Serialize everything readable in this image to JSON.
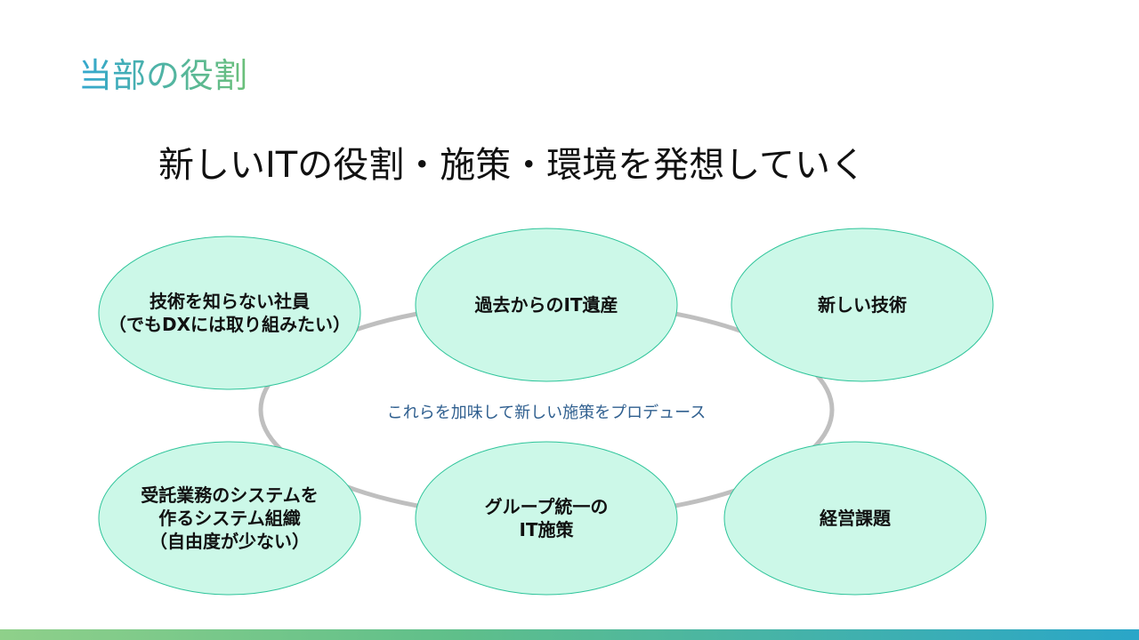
{
  "heading": "当部の役割",
  "subtitle": "新しいITの役割・施策・環境を発想していく",
  "center_text": "これらを加味して新しい施策をプロデュース",
  "nodes": [
    {
      "lines": [
        "技術を知らない社員",
        "（でもDXには取り組みたい）"
      ]
    },
    {
      "lines": [
        "過去からのIT遺産"
      ]
    },
    {
      "lines": [
        "新しい技術"
      ]
    },
    {
      "lines": [
        "受託業務のシステムを",
        "作るシステム組織",
        "（自由度が少ない）"
      ]
    },
    {
      "lines": [
        "グループ統一の",
        "IT施策"
      ]
    },
    {
      "lines": [
        "経営課題"
      ]
    }
  ],
  "colors": {
    "node_fill": "#ccf8e8",
    "node_stroke": "#2ec49a",
    "ring": "#bfbfbf",
    "center_text": "#2f5f8f"
  }
}
